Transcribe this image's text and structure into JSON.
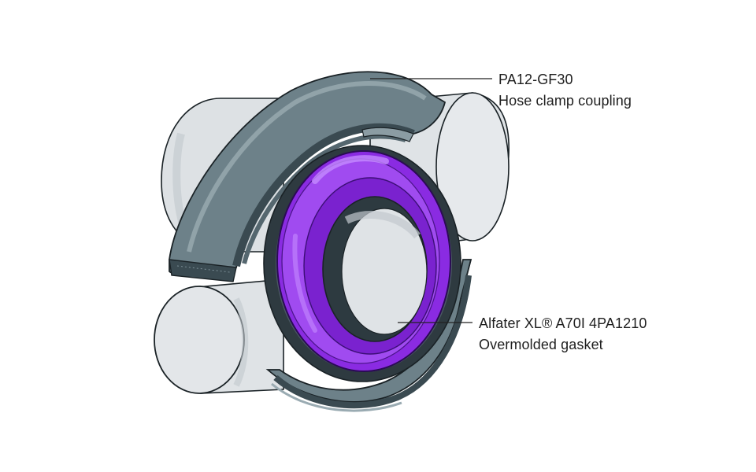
{
  "callouts": {
    "clamp": {
      "material": "PA12-GF30",
      "description": "Hose clamp coupling"
    },
    "gasket": {
      "material": "Alfater XL® A70I 4PA1210",
      "description": "Overmolded gasket"
    }
  },
  "colors": {
    "background": "#ffffff",
    "pipe": "#dfe3e6",
    "pipe_shadow": "#c2c8cd",
    "clamp": "#6d8189",
    "clamp_dark": "#3a4a51",
    "clamp_light": "#9aabb2",
    "gasket": "#8a2be2",
    "gasket_light": "#b36cf5",
    "gasket_dark": "#5a1aa0",
    "outline": "#1a2226",
    "leader_line": "#222222"
  }
}
